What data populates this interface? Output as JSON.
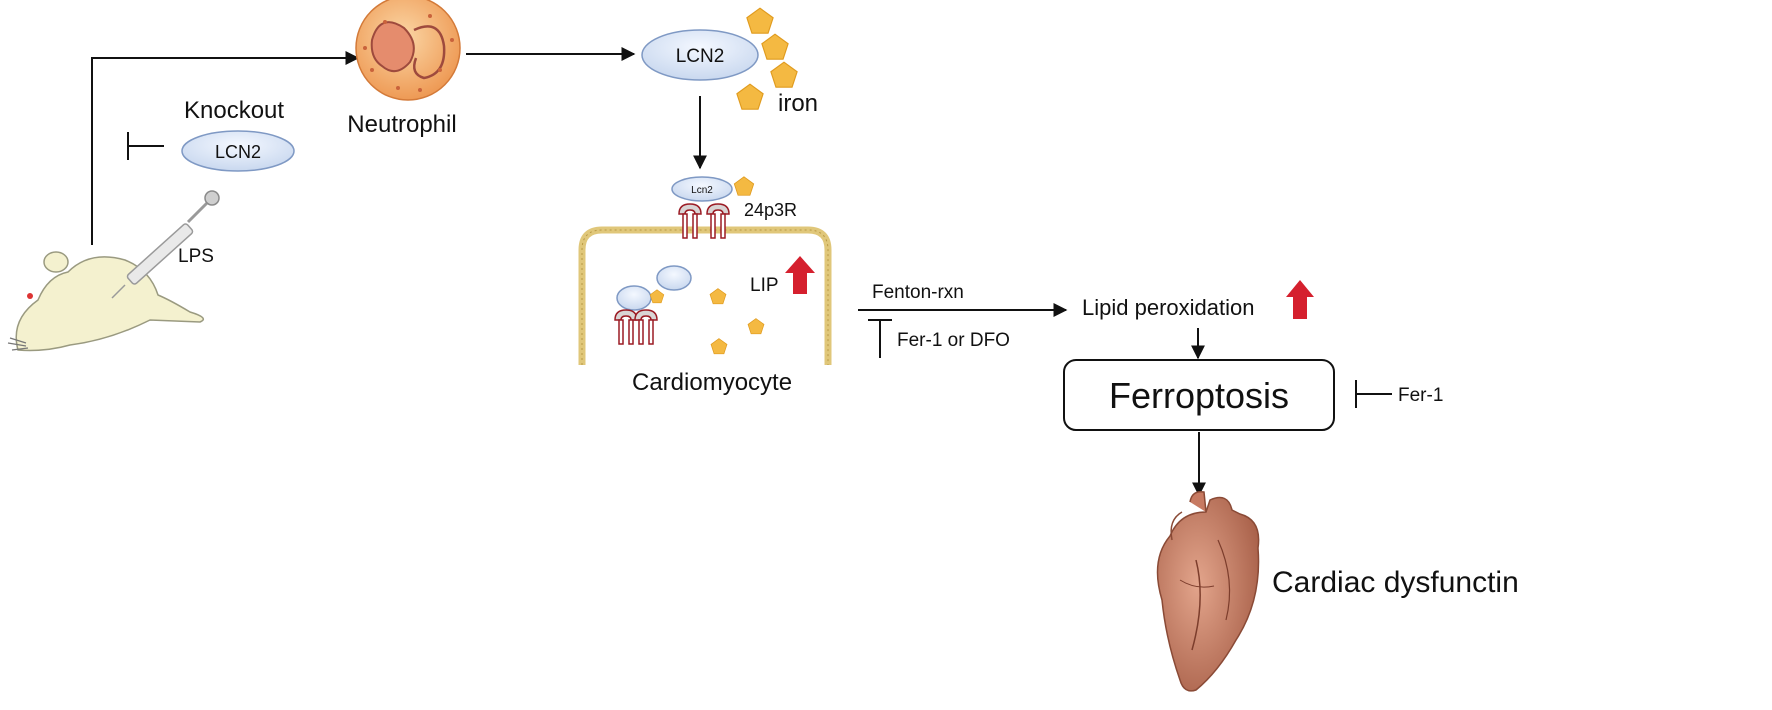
{
  "labels": {
    "knockout": "Knockout",
    "lcn2_knockout": "LCN2",
    "neutrophil": "Neutrophil",
    "lcn2_secreted": "LCN2",
    "iron": "iron",
    "lcn2_bound": "Lcn2",
    "receptor": "24p3R",
    "lps": "LPS",
    "lip": "LIP",
    "cardiomyocyte": "Cardiomyocyte",
    "fenton": "Fenton-rxn",
    "inhibitor_fer_dfo": "Fer-1 or DFO",
    "lipid_peroxidation": "Lipid peroxidation",
    "ferroptosis": "Ferroptosis",
    "inhibitor_fer1": "Fer-1",
    "cardiac": "Cardiac dysfunctin"
  },
  "colors": {
    "line": "#111111",
    "lcn2_fill": "#dfe8f6",
    "lcn2_stroke": "#7f99c4",
    "iron": "#f4b942",
    "increase_arrow": "#d5202e",
    "membrane": "#e0c77a",
    "neutrophil": "#f2a365",
    "heart": "#c9836b",
    "mouse": "#f4f1cf"
  },
  "icons": [
    "mouse-icon",
    "syringe-icon",
    "neutrophil-icon",
    "iron-icon",
    "receptor-icon",
    "heart-icon",
    "up-arrow-icon"
  ]
}
